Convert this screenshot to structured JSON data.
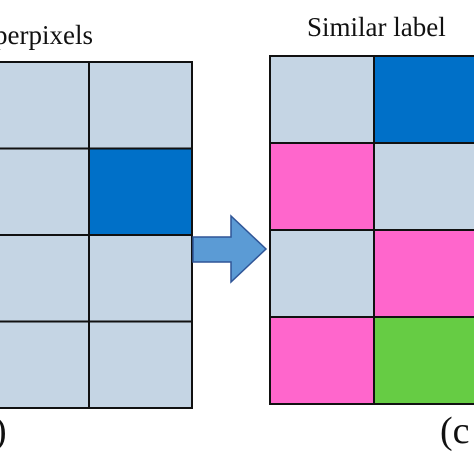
{
  "left_panel": {
    "caption": "perpixels",
    "label": ")",
    "grid": {
      "rows": 4,
      "cols": 2,
      "cells": [
        [
          "lightblue",
          "lightblue"
        ],
        [
          "lightblue",
          "blue"
        ],
        [
          "lightblue",
          "lightblue"
        ],
        [
          "lightblue",
          "lightblue"
        ]
      ]
    }
  },
  "right_panel": {
    "caption": "Similar label",
    "label": "(c",
    "grid": {
      "rows": 4,
      "cols": 2,
      "cells": [
        [
          "lightblue",
          "blue"
        ],
        [
          "pink",
          "lightblue"
        ],
        [
          "lightblue",
          "pink"
        ],
        [
          "pink",
          "green"
        ]
      ]
    }
  },
  "arrow": {
    "icon": "right-arrow-icon",
    "fill": "#5b9bd5",
    "stroke": "#2f5597"
  },
  "colors": {
    "lightblue": "#c5d5e4",
    "blue": "#0070c8",
    "pink": "#ff66cc",
    "green": "#66cc44",
    "border": "#111111"
  }
}
